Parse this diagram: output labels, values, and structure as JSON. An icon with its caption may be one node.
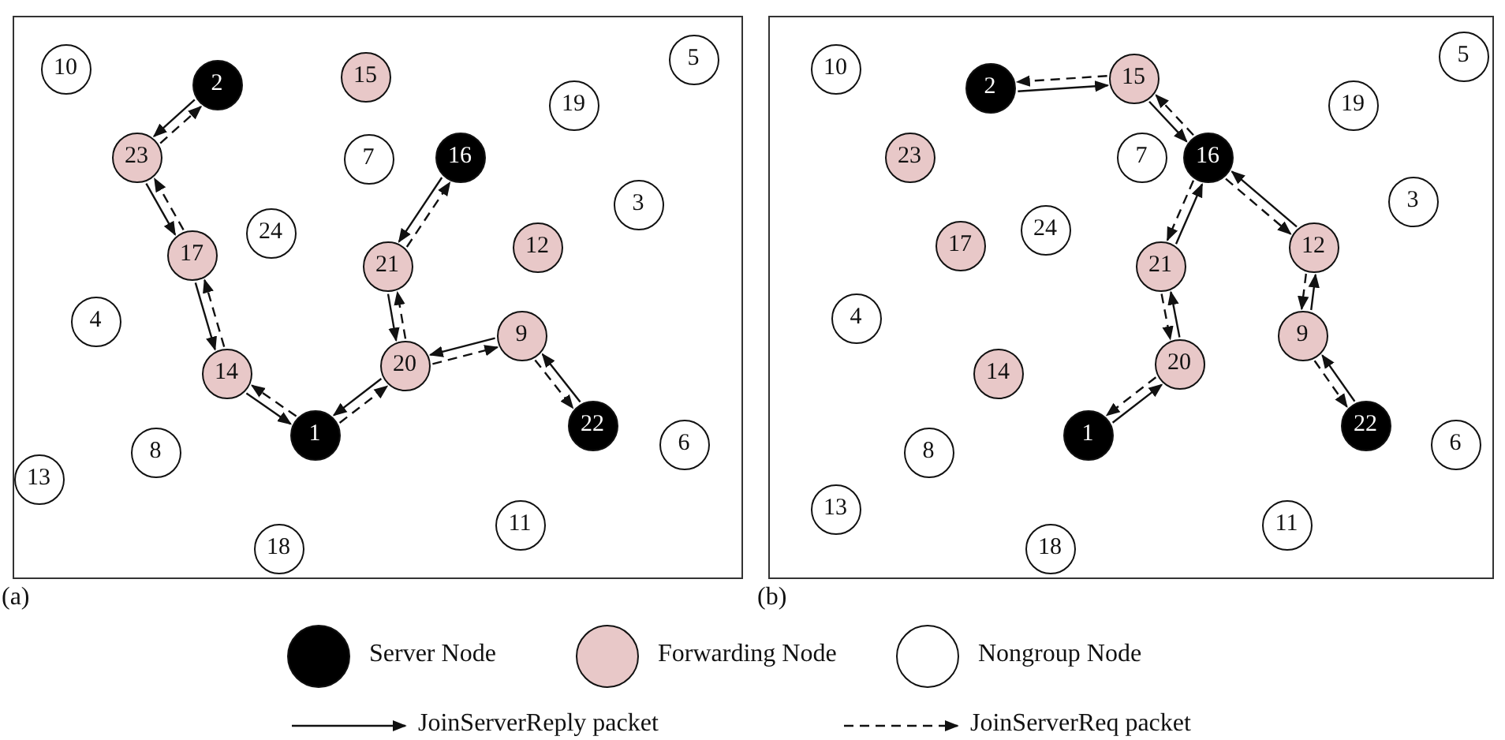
{
  "diagram": {
    "nodes": [
      {
        "text": [
          "(a)"
        ]
      },
      {
        "text": [
          "10"
        ],
        "in": 0
      },
      {
        "text": [
          "5"
        ],
        "in": 0
      },
      {
        "text": [
          "15"
        ],
        "in": 0
      },
      {
        "text": [
          "2"
        ],
        "in": 0
      },
      {
        "text": [
          "19"
        ],
        "in": 0
      },
      {
        "text": [
          "23"
        ],
        "in": 0
      },
      {
        "text": [
          "7"
        ],
        "in": 0
      },
      {
        "text": [
          "16"
        ],
        "in": 0
      },
      {
        "text": [
          "3"
        ],
        "in": 0
      },
      {
        "text": [
          "24"
        ],
        "in": 0
      },
      {
        "text": [
          "12"
        ],
        "in": 0
      },
      {
        "text": [
          "17"
        ],
        "in": 0
      },
      {
        "text": [
          "21"
        ],
        "in": 0
      },
      {
        "text": [
          "4"
        ],
        "in": 0
      },
      {
        "text": [
          "9"
        ],
        "in": 0
      },
      {
        "text": [
          "20"
        ],
        "in": 0
      },
      {
        "text": [
          "14"
        ],
        "in": 0
      },
      {
        "text": [
          "22"
        ],
        "in": 0
      },
      {
        "text": [
          "1"
        ],
        "in": 0
      },
      {
        "text": [
          "6"
        ],
        "in": 0
      },
      {
        "text": [
          "8"
        ],
        "in": 0
      },
      {
        "text": [
          "13"
        ],
        "in": 0
      },
      {
        "text": [
          "11"
        ],
        "in": 0
      },
      {
        "text": [
          "18"
        ],
        "in": 0
      },
      {
        "text": [
          "(b)"
        ]
      },
      {
        "text": [
          "5"
        ],
        "in": 25
      },
      {
        "text": [
          "10"
        ],
        "in": 25
      },
      {
        "text": [
          "15"
        ],
        "in": 25
      },
      {
        "text": [
          "2"
        ],
        "in": 25
      },
      {
        "text": [
          "19"
        ],
        "in": 25
      },
      {
        "text": [
          "23"
        ],
        "in": 25
      },
      {
        "text": [
          "7"
        ],
        "in": 25
      },
      {
        "text": [
          "16"
        ],
        "in": 25
      },
      {
        "text": [
          "3"
        ],
        "in": 25
      },
      {
        "text": [
          "24"
        ],
        "in": 25
      },
      {
        "text": [
          "17"
        ],
        "in": 25
      },
      {
        "text": [
          "12"
        ],
        "in": 25
      },
      {
        "text": [
          "21"
        ],
        "in": 25
      },
      {
        "text": [
          "4"
        ],
        "in": 25
      },
      {
        "text": [
          "9"
        ],
        "in": 25
      },
      {
        "text": [
          "20"
        ],
        "in": 25
      },
      {
        "text": [
          "14"
        ],
        "in": 25
      },
      {
        "text": [
          "22"
        ],
        "in": 25
      },
      {
        "text": [
          "1"
        ],
        "in": 25
      },
      {
        "text": [
          "6"
        ],
        "in": 25
      },
      {
        "text": [
          "8"
        ],
        "in": 25
      },
      {
        "text": [
          "13"
        ],
        "in": 25
      },
      {
        "text": [
          "11"
        ],
        "in": 25
      },
      {
        "text": [
          "18"
        ],
        "in": 25
      }
    ],
    "edges": [
      {
        "from": 4,
        "to": 6,
        "arrow": "to"
      },
      {
        "from": 6,
        "to": 4,
        "arrow": "to",
        "style": "dashed"
      },
      {
        "from": 6,
        "to": 12,
        "arrow": "to"
      },
      {
        "from": 12,
        "to": 6,
        "arrow": "to",
        "style": "dashed"
      },
      {
        "from": 12,
        "to": 17,
        "arrow": "to"
      },
      {
        "from": 17,
        "to": 12,
        "arrow": "to",
        "style": "dashed"
      },
      {
        "from": 17,
        "to": 19,
        "arrow": "to"
      },
      {
        "from": 19,
        "to": 17,
        "arrow": "to",
        "style": "dashed"
      },
      {
        "from": 8,
        "to": 13,
        "arrow": "to"
      },
      {
        "from": 13,
        "to": 8,
        "arrow": "to",
        "style": "dashed"
      },
      {
        "from": 13,
        "to": 16,
        "arrow": "to"
      },
      {
        "from": 16,
        "to": 13,
        "arrow": "to",
        "style": "dashed"
      },
      {
        "from": 15,
        "to": 16,
        "arrow": "to"
      },
      {
        "from": 16,
        "to": 15,
        "arrow": "to",
        "style": "dashed"
      },
      {
        "from": 16,
        "to": 19,
        "arrow": "to"
      },
      {
        "from": 19,
        "to": 16,
        "arrow": "to",
        "style": "dashed"
      },
      {
        "from": 18,
        "to": 15,
        "arrow": "to"
      },
      {
        "from": 15,
        "to": 18,
        "arrow": "to",
        "style": "dashed"
      },
      {
        "from": 29,
        "to": 28,
        "arrow": "to"
      },
      {
        "from": 28,
        "to": 29,
        "arrow": "to",
        "style": "dashed"
      },
      {
        "from": 28,
        "to": 33,
        "arrow": "to"
      },
      {
        "from": 33,
        "to": 28,
        "arrow": "to",
        "style": "dashed"
      },
      {
        "from": 38,
        "to": 33,
        "arrow": "to"
      },
      {
        "from": 33,
        "to": 38,
        "arrow": "to",
        "style": "dashed"
      },
      {
        "from": 41,
        "to": 38,
        "arrow": "to"
      },
      {
        "from": 38,
        "to": 41,
        "arrow": "to",
        "style": "dashed"
      },
      {
        "from": 44,
        "to": 41,
        "arrow": "to"
      },
      {
        "from": 41,
        "to": 44,
        "arrow": "to",
        "style": "dashed"
      },
      {
        "from": 37,
        "to": 33,
        "arrow": "to"
      },
      {
        "from": 33,
        "to": 37,
        "arrow": "to",
        "style": "dashed"
      },
      {
        "from": 40,
        "to": 37,
        "arrow": "to"
      },
      {
        "from": 37,
        "to": 40,
        "arrow": "to",
        "style": "dashed"
      },
      {
        "from": 43,
        "to": 40,
        "arrow": "to"
      },
      {
        "from": 40,
        "to": 43,
        "arrow": "to",
        "style": "dashed"
      }
    ],
    "legend": [
      {
        "text": "Server Node",
        "color": "#000000"
      },
      {
        "text": "Forwarding Node",
        "color": "#e8c8c8"
      },
      {
        "text": "Nongroup Node",
        "color": "#ffffff"
      },
      {
        "text": "JoinServerReply packet"
      },
      {
        "text": "JoinServerReq packet"
      }
    ]
  }
}
